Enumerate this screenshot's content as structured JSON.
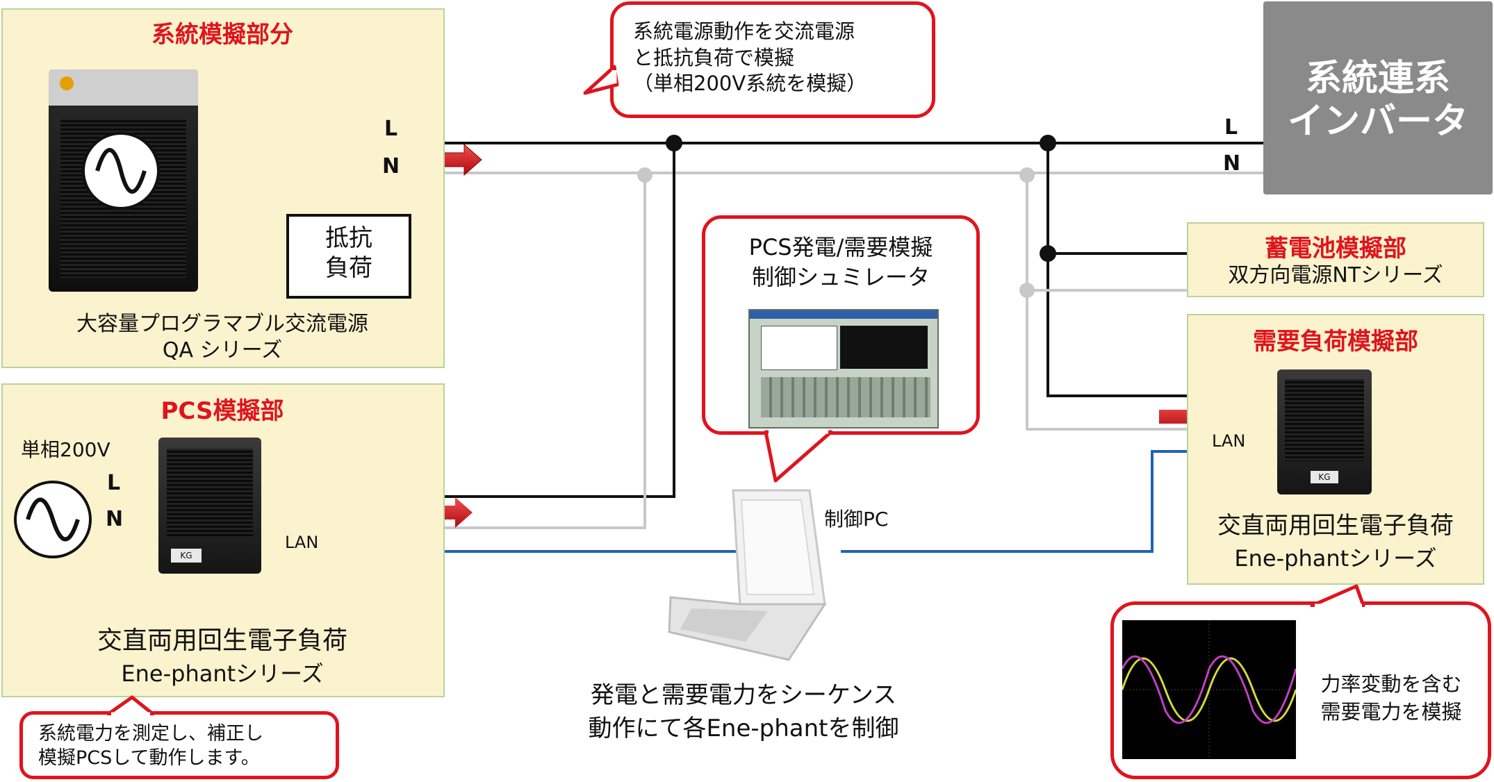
{
  "grid_section": {
    "title": "系統模擬部分",
    "device_caption_1": "大容量プログラマブル交流電源",
    "device_caption_2": "QA シリーズ",
    "load_1": "抵抗",
    "load_2": "負荷"
  },
  "callout_top": {
    "line1": "系統電源動作を交流電源",
    "line2": "と抵抗負荷で模擬",
    "line3": "（単相200V系統を模擬）"
  },
  "inverter": {
    "line1": "系統連系",
    "line2": "インバータ"
  },
  "wire_labels": {
    "L": "L",
    "N": "N"
  },
  "battery_section": {
    "title": "蓄電池模擬部",
    "subtitle": "双方向電源NTシリーズ"
  },
  "demand_section": {
    "title": "需要負荷模擬部",
    "lan": "LAN",
    "caption_1": "交直両用回生電子負荷",
    "caption_2": "Ene-phantシリーズ"
  },
  "pcs_section": {
    "title": "PCS模擬部",
    "source": "単相200V",
    "lan": "LAN",
    "caption_1": "交直両用回生電子負荷",
    "caption_2": "Ene-phantシリーズ"
  },
  "simulator_callout": {
    "line1": "PCS発電/需要模擬",
    "line2": "制御シュミレータ"
  },
  "control_pc": {
    "label": "制御PC",
    "caption_1": "発電と需要電力をシーケンス",
    "caption_2": "動作にて各Ene-phantを制御"
  },
  "pcs_note": {
    "line1": "系統電力を測定し、補正し",
    "line2": "模擬PCSして動作します。"
  },
  "waveform_note": {
    "line1": "力率変動を含む",
    "line2": "需要電力を模擬"
  },
  "colors": {
    "accent_red": "#e0141e",
    "box_fill": "#fbf3cd",
    "box_border": "#b9d39a",
    "lan_blue": "#1f63b5",
    "n_line": "#c8c8c8",
    "inverter_gray": "#8a8a8a"
  }
}
